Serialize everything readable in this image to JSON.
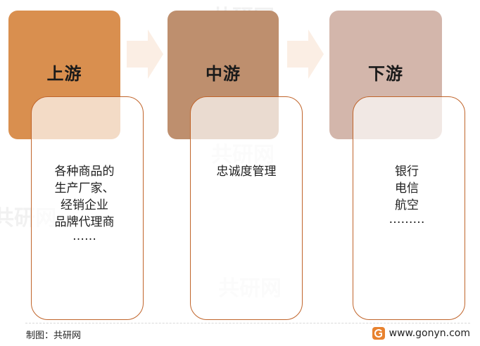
{
  "stages": [
    {
      "title": "上游",
      "color": "#d98f4f",
      "items": [
        "各种商品的",
        "生产厂家、",
        "经销企业",
        "品牌代理商",
        "……"
      ]
    },
    {
      "title": "中游",
      "color": "#be8f6e",
      "items": [
        "忠诚度管理"
      ]
    },
    {
      "title": "下游",
      "color": "#d3b6ab",
      "items": [
        "银行",
        "电信",
        "航空",
        "………"
      ]
    }
  ],
  "colors": {
    "arrow": "#fbeee4",
    "box_border": "#c0642a"
  },
  "footer": {
    "credit": "制图：共研网",
    "site": "www.gonyn.com"
  },
  "watermark": "共研网"
}
